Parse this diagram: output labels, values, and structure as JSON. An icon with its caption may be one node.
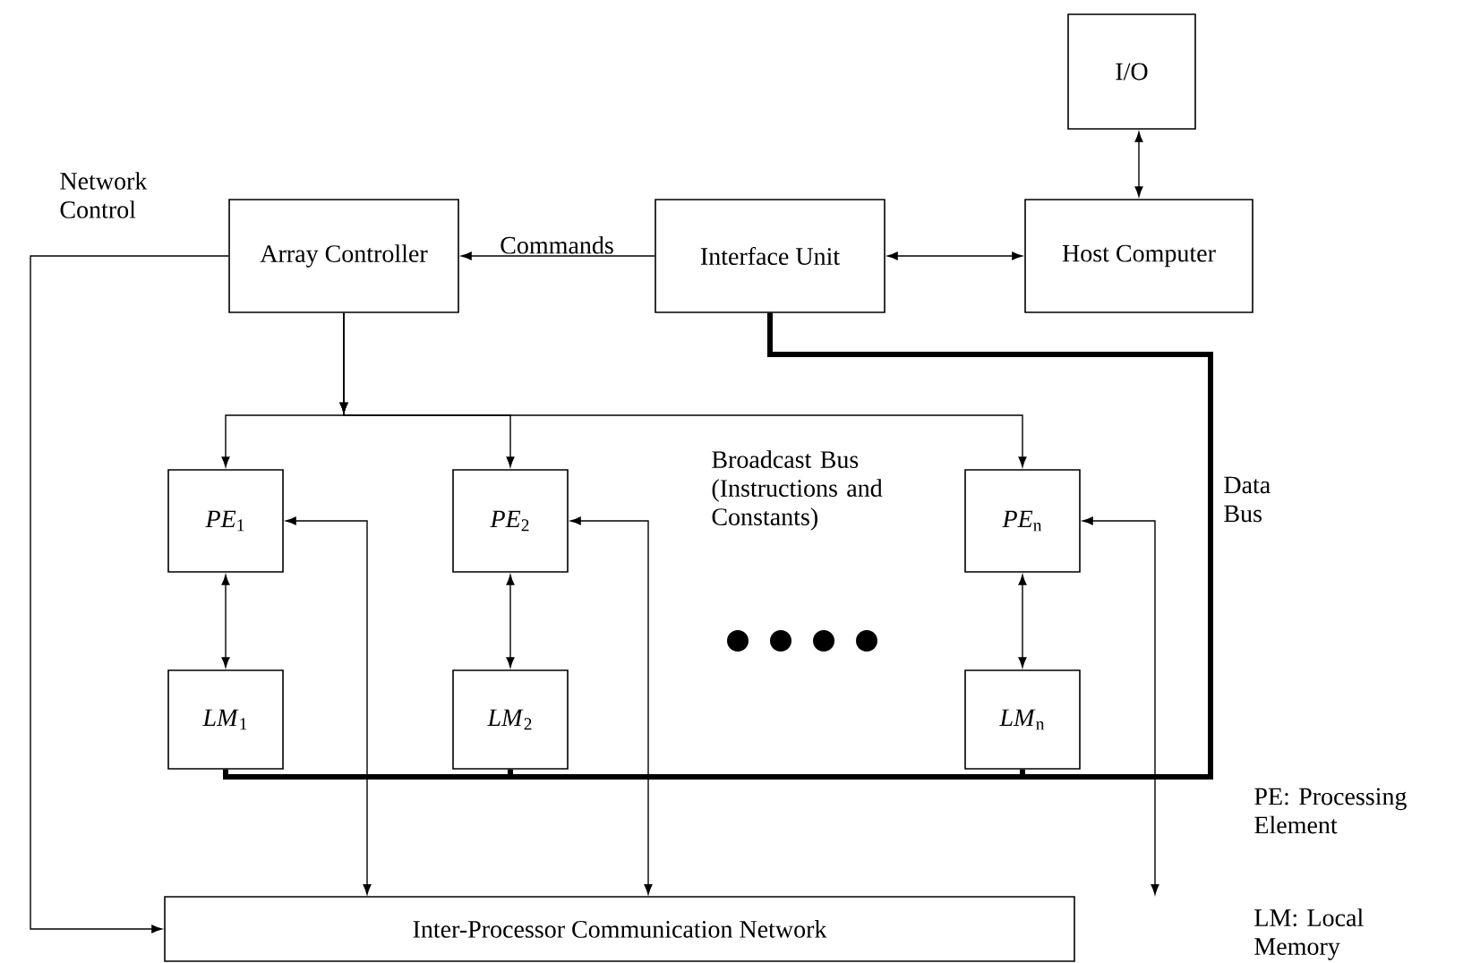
{
  "diagram": {
    "nodes": [
      {
        "text": [
          "I/O"
        ]
      },
      {
        "text": [
          "Array Controller"
        ]
      },
      {
        "text": [
          "Interface Unit"
        ]
      },
      {
        "text": [
          "Host Computer"
        ]
      },
      {
        "text": [
          "*PE*$_{1}$"
        ]
      },
      {
        "text": [
          "*PE*$_{2}$"
        ]
      },
      {
        "text": [
          "*PE*$_{n}$"
        ]
      },
      {
        "text": [
          "*LM*$_{1}$"
        ]
      },
      {
        "text": [
          "*LM*$_{2}$"
        ]
      },
      {
        "text": [
          "*LM*$_{n}$"
        ]
      },
      {
        "text": [
          "Inter-Processor Communication Network"
        ]
      }
    ],
    "edges": [
      {
        "from": 3,
        "to": 0,
        "arrow": "both"
      },
      {
        "from": 2,
        "to": 3,
        "arrow": "both"
      },
      {
        "from": 2,
        "to": 1,
        "arrow": "to",
        "label": "Commands"
      },
      {
        "from": 1,
        "to": 10,
        "arrow": "to",
        "label": "Network Control"
      },
      {
        "from": 1,
        "to": 4,
        "arrow": "to"
      },
      {
        "from": 1,
        "to": 5,
        "arrow": "to"
      },
      {
        "from": 1,
        "to": 6,
        "arrow": "to"
      },
      {
        "from": 4,
        "to": 7,
        "arrow": "both"
      },
      {
        "from": 5,
        "to": 8,
        "arrow": "both"
      },
      {
        "from": 6,
        "to": 9,
        "arrow": "both"
      },
      {
        "from": 4,
        "to": 10,
        "arrow": "both"
      },
      {
        "from": 5,
        "to": 10,
        "arrow": "both"
      },
      {
        "from": 6,
        "to": 10,
        "arrow": "both"
      },
      {
        "from": 2,
        "to": 7,
        "arrow": "none",
        "style": "thick"
      },
      {
        "from": 2,
        "to": 8,
        "arrow": "none",
        "style": "thick"
      },
      {
        "from": 2,
        "to": 9,
        "arrow": "none",
        "style": "thick"
      }
    ],
    "labels": [
      "Broadcast Bus (Instructions and Constants)",
      "Data Bus",
      "PE: Processing Element",
      "LM: Local Memory"
    ]
  }
}
